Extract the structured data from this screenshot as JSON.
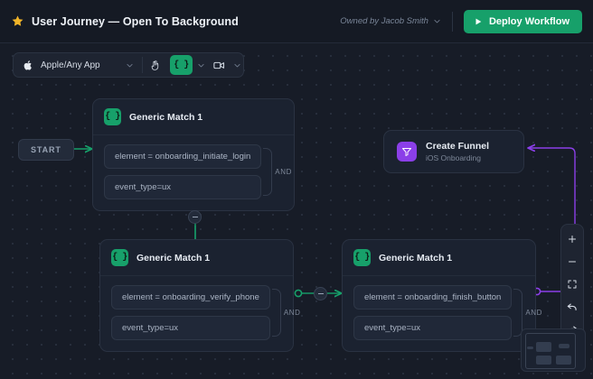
{
  "header": {
    "star_icon": "star-icon",
    "title": "User Journey — Open To Background",
    "owner_label": "Owned by Jacob Smith",
    "owner_chevron": "chevron-down-icon",
    "deploy_label": "Deploy Workflow",
    "deploy_play_icon": "play-icon",
    "accent_green": "#17a06a"
  },
  "toolbar": {
    "app_icon": "apple-icon",
    "app_label": "Apple/Any App",
    "app_chevron": "chevron-down-icon",
    "hand_tool": "hand-icon",
    "code_tool": "code-braces-icon",
    "code_chevron": "chevron-down-icon",
    "video_tool": "video-camera-icon",
    "video_chevron": "chevron-down-icon"
  },
  "canvas": {
    "start_label": "START",
    "and_label": "AND",
    "edge_color_green": "#17a06a",
    "edge_color_purple": "#8b3fe8",
    "collapse_icon": "minus-circle-icon",
    "nodes": [
      {
        "badge_icon": "code-braces-icon",
        "badge_text": "{ }",
        "title": "Generic Match 1",
        "conditions": [
          "element = onboarding_initiate_login",
          "event_type=ux"
        ]
      },
      {
        "badge_icon": "code-braces-icon",
        "badge_text": "{ }",
        "title": "Generic Match 1",
        "conditions": [
          "element = onboarding_verify_phone",
          "event_type=ux"
        ]
      },
      {
        "badge_icon": "code-braces-icon",
        "badge_text": "{ }",
        "title": "Generic Match 1",
        "conditions": [
          "element = onboarding_finish_button",
          "event_type=ux"
        ]
      }
    ],
    "funnel": {
      "badge_icon": "funnel-icon",
      "title": "Create Funnel",
      "subtitle": "iOS Onboarding"
    }
  },
  "controls": {
    "zoom_in": "plus-icon",
    "zoom_out": "minus-icon",
    "fit_view": "fit-screen-icon",
    "undo": "undo-arrow-icon",
    "redo": "redo-arrow-icon"
  },
  "minimap": {
    "name": "minimap"
  }
}
